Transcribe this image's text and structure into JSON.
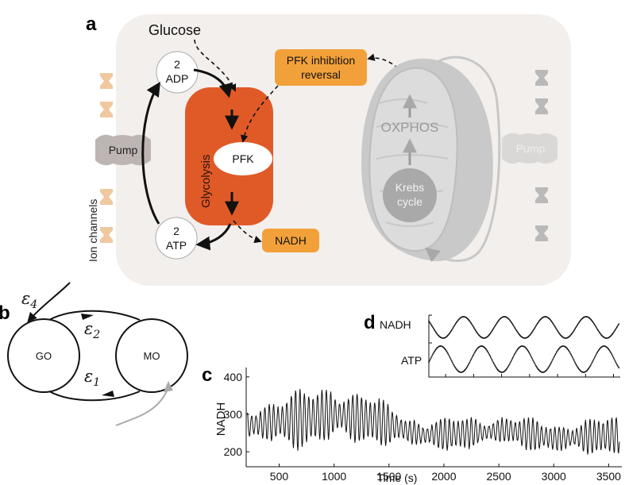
{
  "panels": {
    "a": "a",
    "b": "b",
    "c": "c",
    "d": "d"
  },
  "cell": {
    "glucose": "Glucose",
    "adp_num": "2",
    "adp_label": "ADP",
    "atp_num": "2",
    "atp_label": "ATP",
    "glycolysis": "Glycolysis",
    "pfk": "PFK",
    "nadh": "NADH",
    "pfk_inhib_line1": "PFK inhibition",
    "pfk_inhib_line2": "reversal",
    "oxphos": "OXPHOS",
    "krebs_line1": "Krebs",
    "krebs_line2": "cycle",
    "pump_left": "Pump",
    "pump_right": "Pump",
    "ion_channels": "Ion channels"
  },
  "states": {
    "go": "GO",
    "mo": "MO",
    "eps4": "ε",
    "eps4_sub": "4",
    "eps2": "ε",
    "eps2_sub": "2",
    "eps1": "ε",
    "eps1_sub": "1"
  },
  "colors": {
    "cell_bg": "#f3efec",
    "glycolysis": "#e05a28",
    "orange_box": "#f2a13a",
    "mito_gray": "#c9c9c9",
    "channel_orange": "#f0c8a0",
    "channel_gray": "#b9b9b9"
  },
  "chart_data": [
    {
      "type": "line",
      "panel": "c",
      "xlabel": "Time (s)",
      "ylabel": "NADH",
      "xlim": [
        200,
        3620
      ],
      "ylim": [
        160,
        425
      ],
      "xticks": [
        500,
        1000,
        1500,
        2000,
        2500,
        3000,
        3500
      ],
      "yticks": [
        200,
        300,
        400
      ],
      "series": [
        {
          "oscillation_period_s": 40,
          "baseline": [
            [
              200,
              270
            ],
            [
              1000,
              300
            ],
            [
              1400,
              282
            ],
            [
              1800,
              245
            ],
            [
              2200,
              250
            ],
            [
              2600,
              258
            ],
            [
              3000,
              235
            ],
            [
              3600,
              245
            ]
          ],
          "amplitude": [
            [
              200,
              50
            ],
            [
              1000,
              80
            ],
            [
              1400,
              55
            ],
            [
              1800,
              35
            ],
            [
              2200,
              40
            ],
            [
              2600,
              35
            ],
            [
              3000,
              40
            ],
            [
              3600,
              45
            ]
          ]
        }
      ]
    },
    {
      "type": "scatter",
      "panel": "d",
      "xlim": [
        200,
        3620
      ],
      "series": [
        {
          "name": "NADH",
          "x_min": 200,
          "x_max": 3600,
          "period_s": 730,
          "phase_peak_s": 2280
        },
        {
          "name": "ATP",
          "x_min": 200,
          "x_max": 3600,
          "period_s": 730,
          "phase_peak_s": 2600
        }
      ]
    }
  ]
}
